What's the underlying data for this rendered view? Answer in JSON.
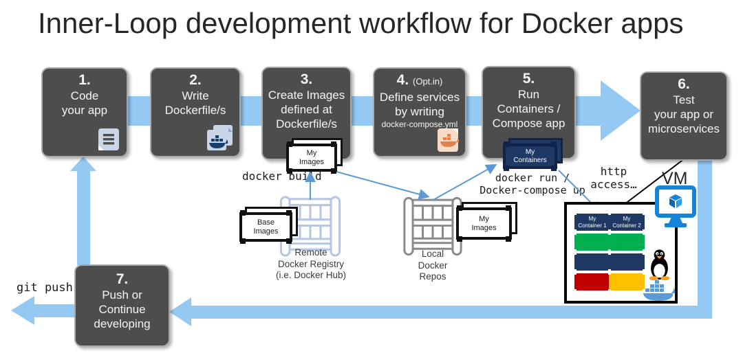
{
  "title": "Inner-Loop development workflow for Docker apps",
  "steps": [
    {
      "num": "1.",
      "lines": [
        "Code",
        "your app"
      ]
    },
    {
      "num": "2.",
      "lines": [
        "Write",
        "Dockerfile/s"
      ]
    },
    {
      "num": "3.",
      "lines": [
        "Create Images",
        "defined at",
        "Dockerfile/s"
      ]
    },
    {
      "num": "4.",
      "suffix": "(Opt.in)",
      "lines": [
        "Define services",
        "by writing"
      ],
      "small": "docker-compose.yml"
    },
    {
      "num": "5.",
      "lines": [
        "Run",
        "Containers /",
        "Compose app"
      ]
    },
    {
      "num": "6.",
      "lines": [
        "Test",
        "your app or",
        "microservices"
      ]
    },
    {
      "num": "7.",
      "lines": [
        "Push or",
        "Continue",
        "developing"
      ]
    }
  ],
  "annotations": {
    "docker_build": "docker build",
    "docker_run_line1": "docker run /",
    "docker_run_line2": "Docker-compose up",
    "http_line1": "http",
    "http_line2": "access…",
    "git_push": "git push",
    "vm_label": "VM"
  },
  "artifact_boxes": {
    "my_images_build": {
      "line1": "My",
      "line2": "Images"
    },
    "base_images": {
      "line1": "Base",
      "line2": "Images"
    },
    "my_images_local": {
      "line1": "My",
      "line2": "Images"
    },
    "my_containers": {
      "line1": "My",
      "line2": "Containers"
    }
  },
  "registries": {
    "remote": {
      "lines": [
        "Remote",
        "Docker Registry",
        "(i.e. Docker Hub)"
      ],
      "color": "#b7c6e2"
    },
    "local": {
      "lines": [
        "Local",
        "Docker",
        "Repos"
      ],
      "color": "#8a8a8a"
    }
  },
  "vm": {
    "containers": [
      {
        "title_line1": "My",
        "title_line2": "Container 1",
        "bars": [
          "#00b050",
          "#1f3864",
          "#c00000"
        ]
      },
      {
        "title_line1": "My",
        "title_line2": "Container 2",
        "bars": [
          "#00b050",
          "#1f3864",
          "#ffc000"
        ]
      }
    ]
  },
  "colors": {
    "step_box": "#4d4d4d",
    "flow_arrow": "#93c9f3",
    "link_arrow": "#5b9bd5",
    "navy": "#1f3864",
    "green": "#00b050",
    "red": "#c00000",
    "gold": "#ffc000",
    "azure_blue": "#1584d8"
  }
}
